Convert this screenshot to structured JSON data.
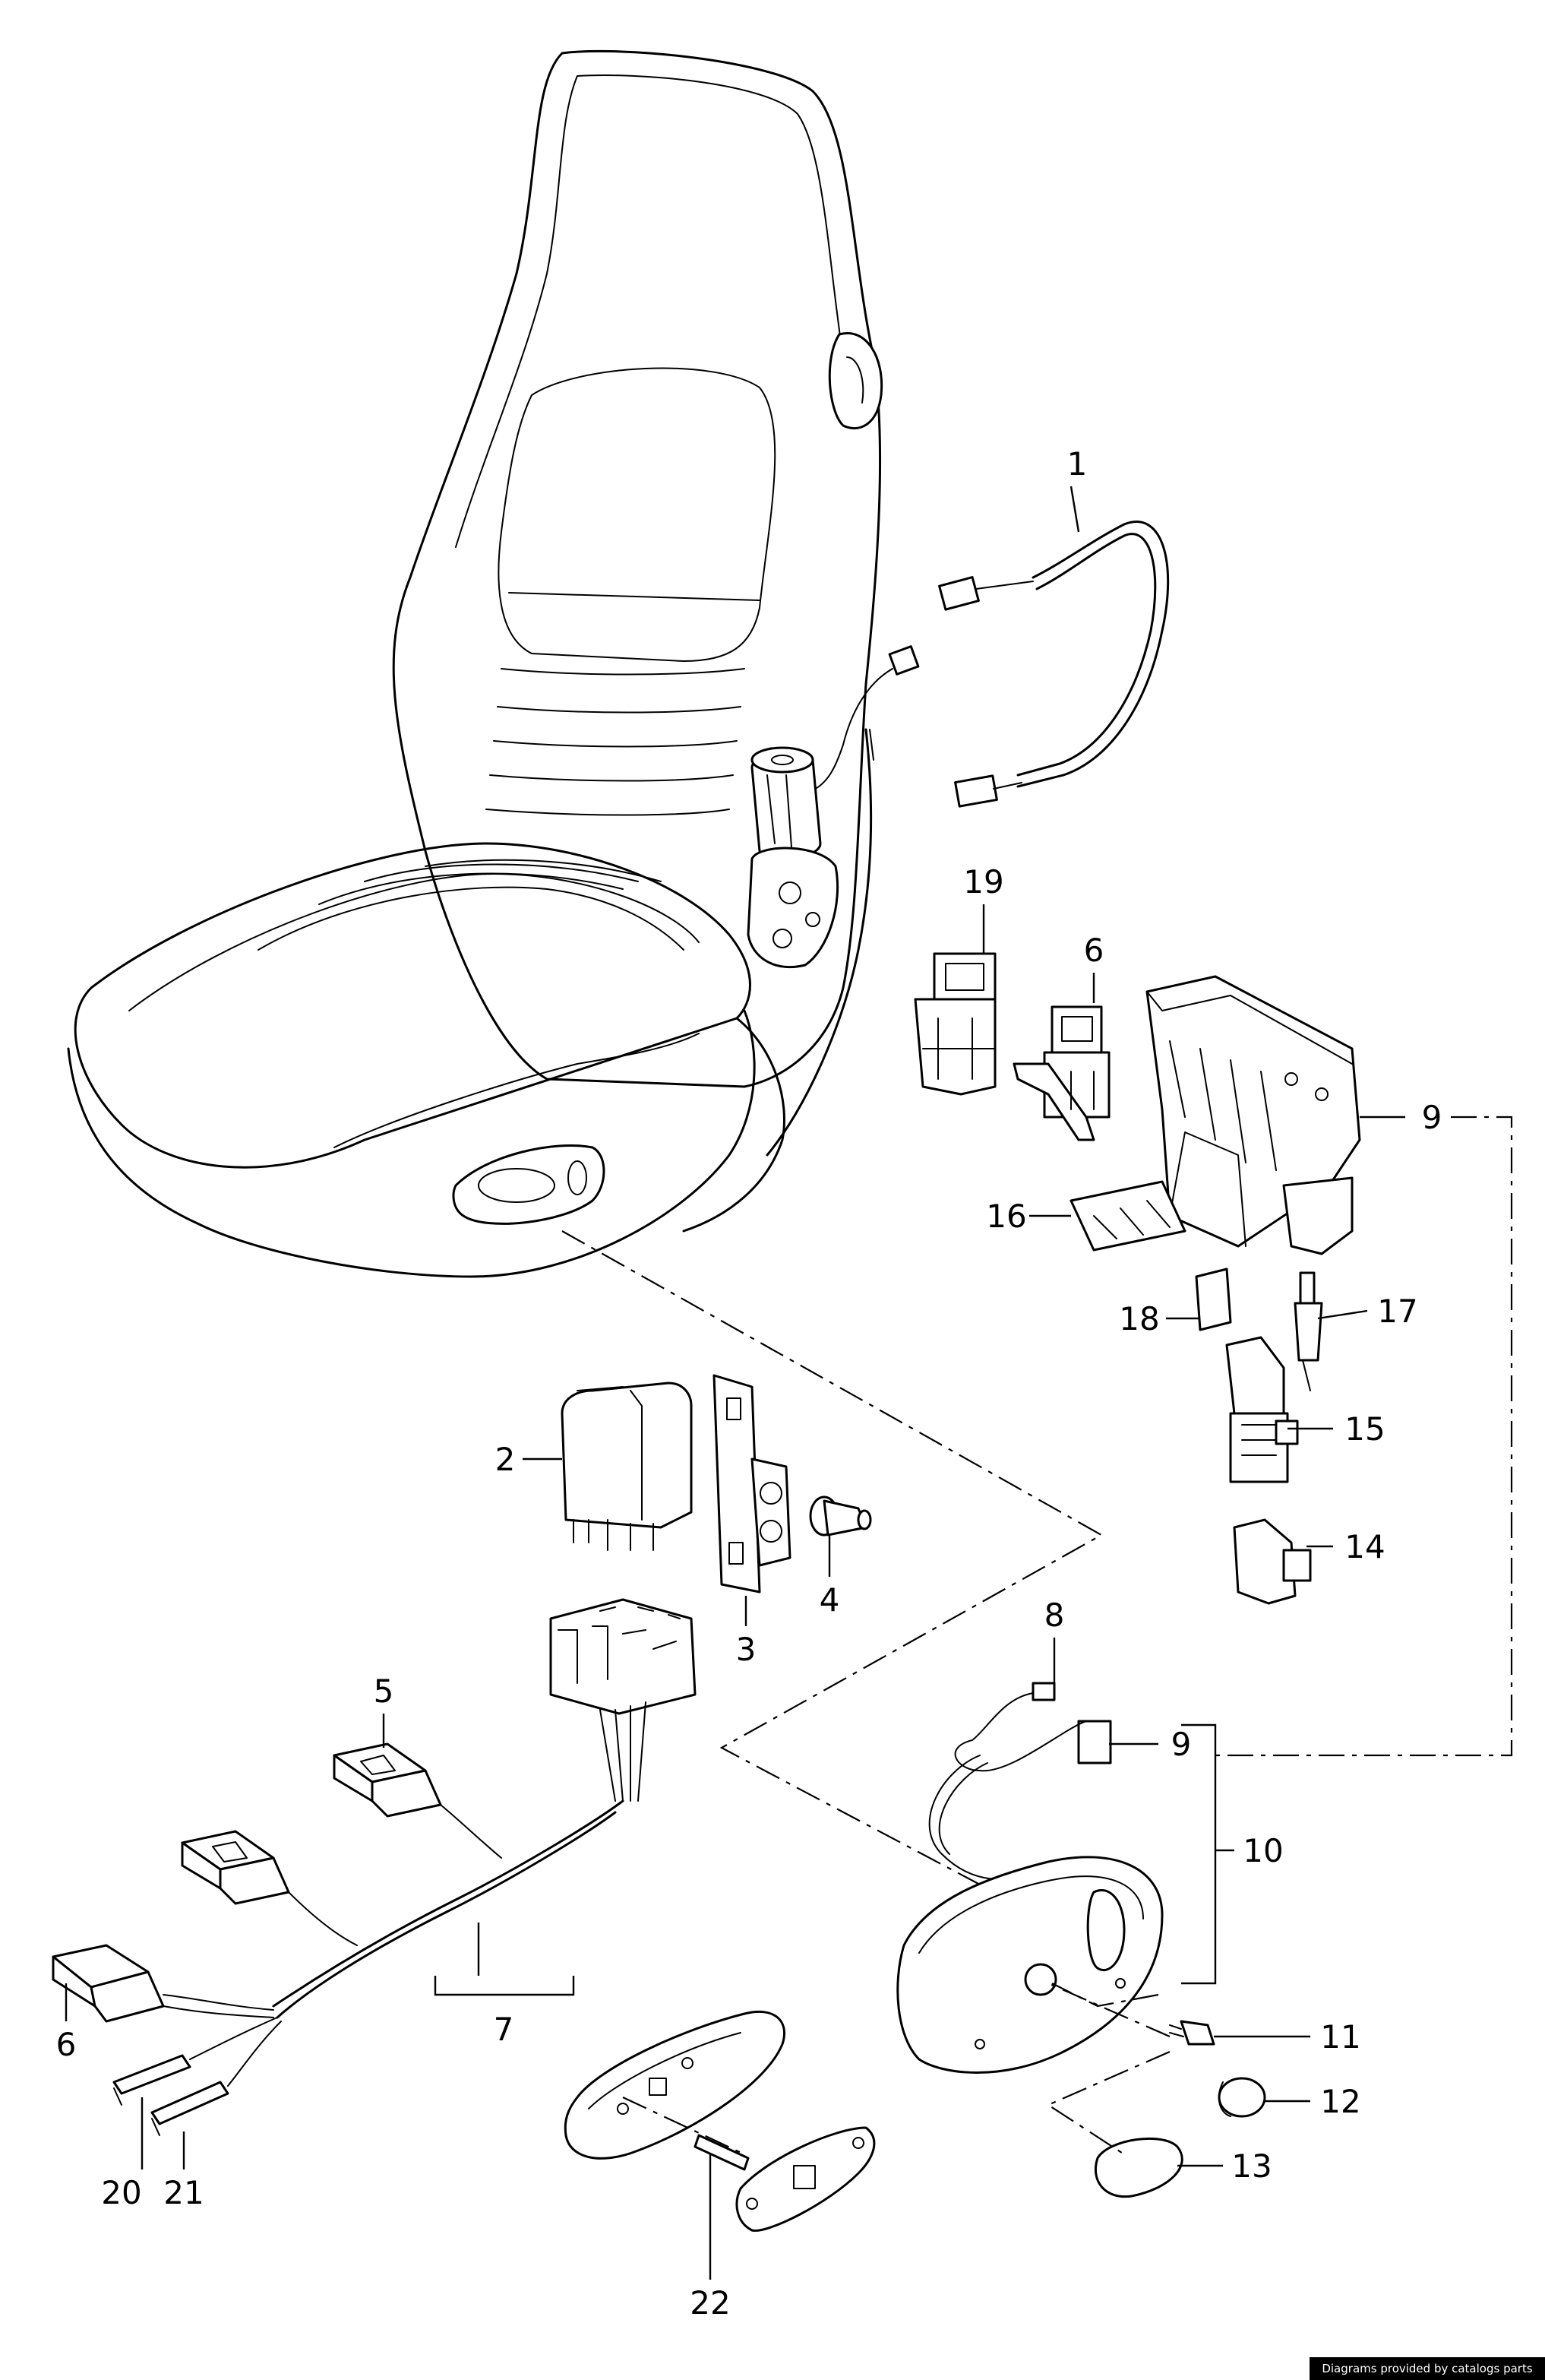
{
  "labels": {
    "l1": "1",
    "l2": "2",
    "l3": "3",
    "l4": "4",
    "l5": "5",
    "l6a": "6",
    "l6b": "6",
    "l7": "7",
    "l8": "8",
    "l9a": "9",
    "l9b": "9",
    "l10": "10",
    "l11": "11",
    "l12": "12",
    "l13": "13",
    "l14": "14",
    "l15": "15",
    "l16": "16",
    "l17": "17",
    "l18": "18",
    "l19": "19",
    "l20": "20",
    "l21": "21",
    "l22": "22"
  },
  "credit": "Diagrams provided by catalogs parts"
}
